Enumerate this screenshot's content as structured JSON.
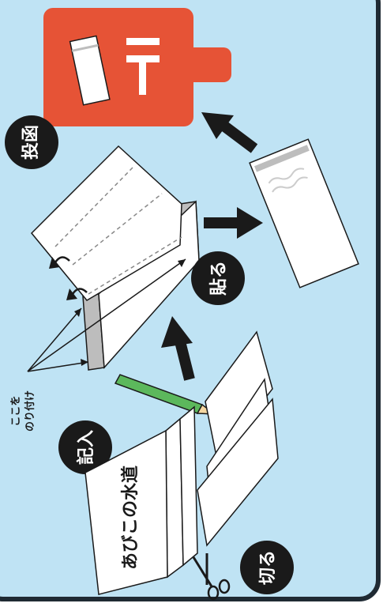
{
  "colors": {
    "background": "#bfe3f4",
    "border": "#1f2a33",
    "postbox": "#e65336",
    "badge": "#1a1a1a",
    "badge_text": "#ffffff",
    "arrow": "#1a1a1a",
    "paper": "#ffffff",
    "glue": "#bdbdbd",
    "pencil": "#5cb85c"
  },
  "steps": {
    "cut": "切る",
    "write": "記入",
    "paste": "貼る",
    "post": "投函"
  },
  "form_label": "あびこの水道",
  "glue_note": {
    "line1": "ここを",
    "line2": "のり付け"
  },
  "postbox_symbol": "〒",
  "icons": [
    "scissors-icon",
    "pencil-icon",
    "postbox-icon"
  ]
}
